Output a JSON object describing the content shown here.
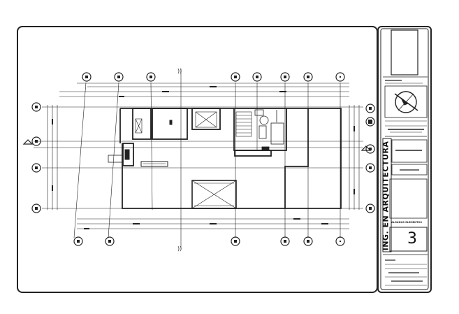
{
  "title_block": {
    "firm_name": "ING. EN ARQUITECTURA",
    "sheet_number": "3",
    "sheet_caption": "ALGUNOS ELEMENTOS"
  },
  "drawing": {
    "section_mark_top": "))",
    "section_mark_bottom": "))"
  }
}
